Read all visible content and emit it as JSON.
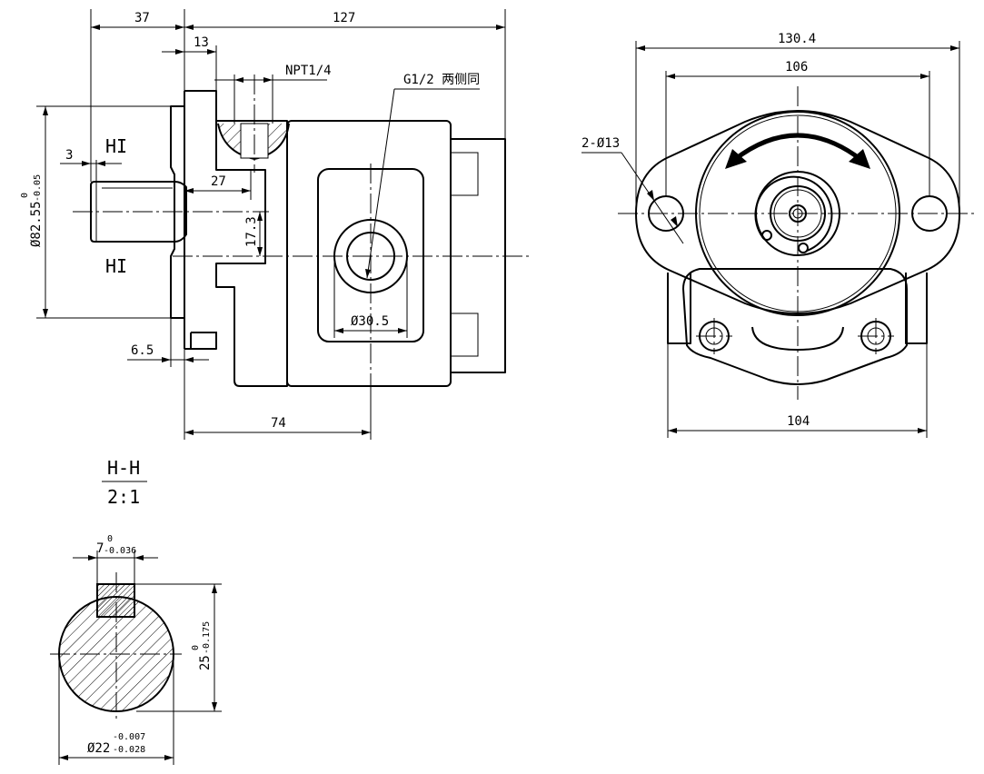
{
  "dims": {
    "d37": "37",
    "d127": "127",
    "d13": "13",
    "npt": "NPT1/4",
    "g12": "G1/2 两侧同",
    "d3": "3",
    "hi_top": "HI",
    "hi_bottom": "HI",
    "d27": "27",
    "d17_3": "17.3",
    "dia82_main": "Ø82.55",
    "dia82_up": "0",
    "dia82_low": "-0.05",
    "d6_5": "6.5",
    "dia30_5": "Ø30.5",
    "d74": "74",
    "d130_4": "130.4",
    "d106": "106",
    "holes": "2-Ø13",
    "d104": "104"
  },
  "section": {
    "title": "H-H",
    "scale": "2:1",
    "key_main": "7",
    "key_up": "0",
    "key_low": "-0.036",
    "h25_main": "25",
    "h25_up": "0",
    "h25_low": "-0.175",
    "dia22_main": "Ø22",
    "dia22_up": "-0.007",
    "dia22_low": "-0.028"
  }
}
